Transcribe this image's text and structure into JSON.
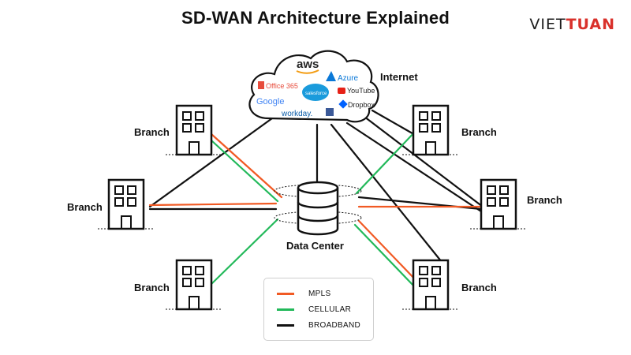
{
  "header": {
    "title": "SD-WAN Architecture Explained",
    "brand_part1": "VIET",
    "brand_part2": "TUAN"
  },
  "cloud": {
    "label": "Internet",
    "services": [
      "aws",
      "Azure",
      "Office 365",
      "salesforce",
      "YouTube",
      "Google",
      "Dropbox",
      "workday."
    ]
  },
  "data_center": {
    "label": "Data Center"
  },
  "branches": [
    "Branch",
    "Branch",
    "Branch",
    "Branch",
    "Branch",
    "Branch"
  ],
  "legend": {
    "items": [
      {
        "label": "MPLS",
        "color": "#f15a24"
      },
      {
        "label": "CELLULAR",
        "color": "#22b95a"
      },
      {
        "label": "BROADBAND",
        "color": "#111111"
      }
    ]
  },
  "colors": {
    "mpls": "#f15a24",
    "cellular": "#22b95a",
    "broadband": "#111111",
    "brand_red": "#d9312b"
  }
}
